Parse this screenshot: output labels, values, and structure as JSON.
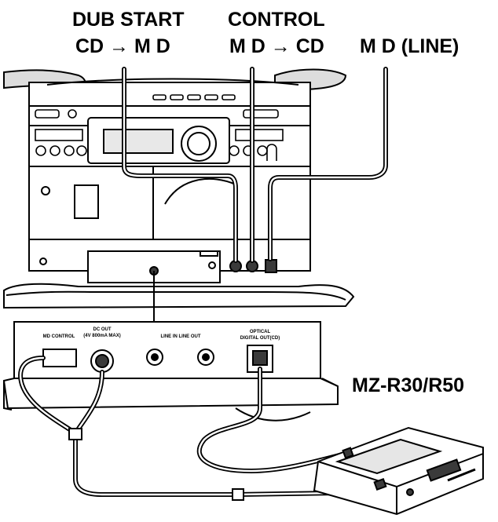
{
  "labels": {
    "dub_start_line1": "DUB START",
    "dub_start_line2": "CD → M D",
    "control_line1": "CONTROL",
    "control_line2": "M D → CD",
    "md_line": "M D (LINE)",
    "model": "MZ-R30/R50"
  },
  "panel": {
    "md_control": "MD CONTROL",
    "dc_out_line1": "DC OUT",
    "dc_out_line2": "(4V 800mA MAX)",
    "line_in_line_out": "LINE IN  LINE OUT",
    "optical_line1": "OPTICAL",
    "optical_line2": "DIGITAL OUT(CD)"
  },
  "colors": {
    "ink": "#000000",
    "paper": "#ffffff",
    "shade": "#d8d8d8",
    "dark": "#3a3a3a"
  }
}
